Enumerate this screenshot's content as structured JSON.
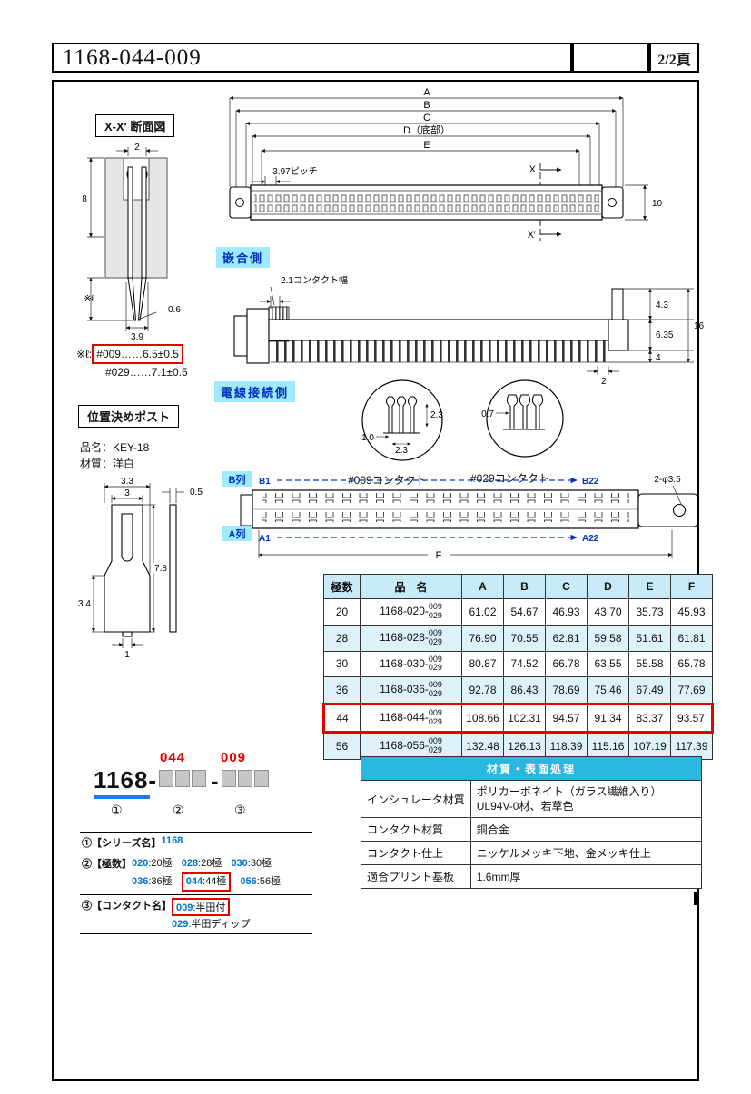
{
  "header": {
    "part_number": "1168-044-009",
    "page_label": "2/2頁"
  },
  "section_labels": {
    "cross_section": "X-X′ 断面図",
    "mating_side": "嵌合側",
    "wire_side": "電線接続側",
    "positioning_post": "位置決めポスト"
  },
  "cross_section": {
    "dim_slot": "2",
    "dim_height": "8",
    "dim_l": "※ℓ",
    "dim_tip_gap": "0.6",
    "dim_leg_width": "3.9",
    "note_prefix": "※ℓ:",
    "note_009": "#009……6.5±0.5",
    "note_029": "#029……7.1±0.5"
  },
  "top_view": {
    "dim_a": "A",
    "dim_b": "B",
    "dim_c": "C",
    "dim_d": "D（底部）",
    "dim_e": "E",
    "pitch": "3.97ピッチ",
    "section_x_top": "X",
    "section_x_bottom": "X′",
    "dim_height": "10"
  },
  "side_view": {
    "contact_width": "2.1コンタクト幅",
    "dim_4_3": "4.3",
    "dim_6_35": "6.35",
    "dim_16": "16",
    "dim_4": "4",
    "dim_2": "2"
  },
  "contact_details": {
    "c009_label": "#009コンタクト",
    "c029_label": "#029コンタクト",
    "c009_dim_1": "1.0",
    "c009_dim_2": "2.3",
    "c009_dim_3": "2.3",
    "c029_dim": "0.7"
  },
  "pin_layout": {
    "row_b_label": "B列",
    "row_a_label": "A列",
    "b_first": "B1",
    "b_last": "B22",
    "a_first": "A1",
    "a_last": "A22",
    "dim_f": "F",
    "hole_note": "2-φ3.5"
  },
  "positioning_post": {
    "product": "品名：KEY-18",
    "material": "材質：洋白",
    "dim_3_3": "3.3",
    "dim_3": "3",
    "dim_0_5": "0.5",
    "dim_7_8": "7.8",
    "dim_3_4": "3.4",
    "dim_1": "1"
  },
  "part_builder": {
    "red_poles": "044",
    "red_contact": "009",
    "base": "1168-",
    "separator": "-",
    "circle_1": "①",
    "circle_2": "②",
    "circle_3": "③"
  },
  "legend": {
    "series_label": "①【シリーズ名】",
    "series_value": "1168",
    "poles_label": "②【極数】",
    "pole_items": [
      {
        "code": "020",
        "desc": ":20極"
      },
      {
        "code": "028",
        "desc": ":28極"
      },
      {
        "code": "030",
        "desc": ":30極"
      },
      {
        "code": "036",
        "desc": ":36極"
      },
      {
        "code": "044",
        "desc": ":44極"
      },
      {
        "code": "056",
        "desc": ":56極"
      }
    ],
    "contact_label": "③【コンタクト名】",
    "contact_items": [
      {
        "code": "009",
        "desc": ":半田付"
      },
      {
        "code": "029",
        "desc": ":半田ディップ"
      }
    ]
  },
  "dim_table": {
    "headers": [
      "極数",
      "品　名",
      "A",
      "B",
      "C",
      "D",
      "E",
      "F"
    ],
    "rows": [
      {
        "poles": "20",
        "name": "1168-020-",
        "sub_top": "009",
        "sub_bottom": "029",
        "a": "61.02",
        "b": "54.67",
        "c": "46.93",
        "d": "43.70",
        "e": "35.73",
        "f": "45.93"
      },
      {
        "poles": "28",
        "name": "1168-028-",
        "sub_top": "009",
        "sub_bottom": "029",
        "a": "76.90",
        "b": "70.55",
        "c": "62.81",
        "d": "59.58",
        "e": "51.61",
        "f": "61.81"
      },
      {
        "poles": "30",
        "name": "1168-030-",
        "sub_top": "009",
        "sub_bottom": "029",
        "a": "80.87",
        "b": "74.52",
        "c": "66.78",
        "d": "63.55",
        "e": "55.58",
        "f": "65.78"
      },
      {
        "poles": "36",
        "name": "1168-036-",
        "sub_top": "009",
        "sub_bottom": "029",
        "a": "92.78",
        "b": "86.43",
        "c": "78.69",
        "d": "75.46",
        "e": "67.49",
        "f": "77.69"
      },
      {
        "poles": "44",
        "name": "1168-044-",
        "sub_top": "009",
        "sub_bottom": "029",
        "a": "108.66",
        "b": "102.31",
        "c": "94.57",
        "d": "91.34",
        "e": "83.37",
        "f": "93.57"
      },
      {
        "poles": "56",
        "name": "1168-056-",
        "sub_top": "009",
        "sub_bottom": "029",
        "a": "132.48",
        "b": "126.13",
        "c": "118.39",
        "d": "115.16",
        "e": "107.19",
        "f": "117.39"
      }
    ]
  },
  "material_table": {
    "title": "材質・表面処理",
    "rows": [
      {
        "label": "インシュレータ材質",
        "value": "ポリカーボネイト（ガラス繊維入り）UL94V-0材、若草色"
      },
      {
        "label": "コンタクト材質",
        "value": "銅合金"
      },
      {
        "label": "コンタクト仕上",
        "value": "ニッケルメッキ下地、金メッキ仕上"
      },
      {
        "label": "適合プリント基板",
        "value": "1.6mm厚"
      }
    ]
  },
  "colors": {
    "accent_cyan": "#9feaff",
    "header_cyan": "#29b7e0",
    "table_alt_row": "#ddf1f9",
    "highlight_red": "#e00000",
    "code_blue": "#0073cc"
  }
}
